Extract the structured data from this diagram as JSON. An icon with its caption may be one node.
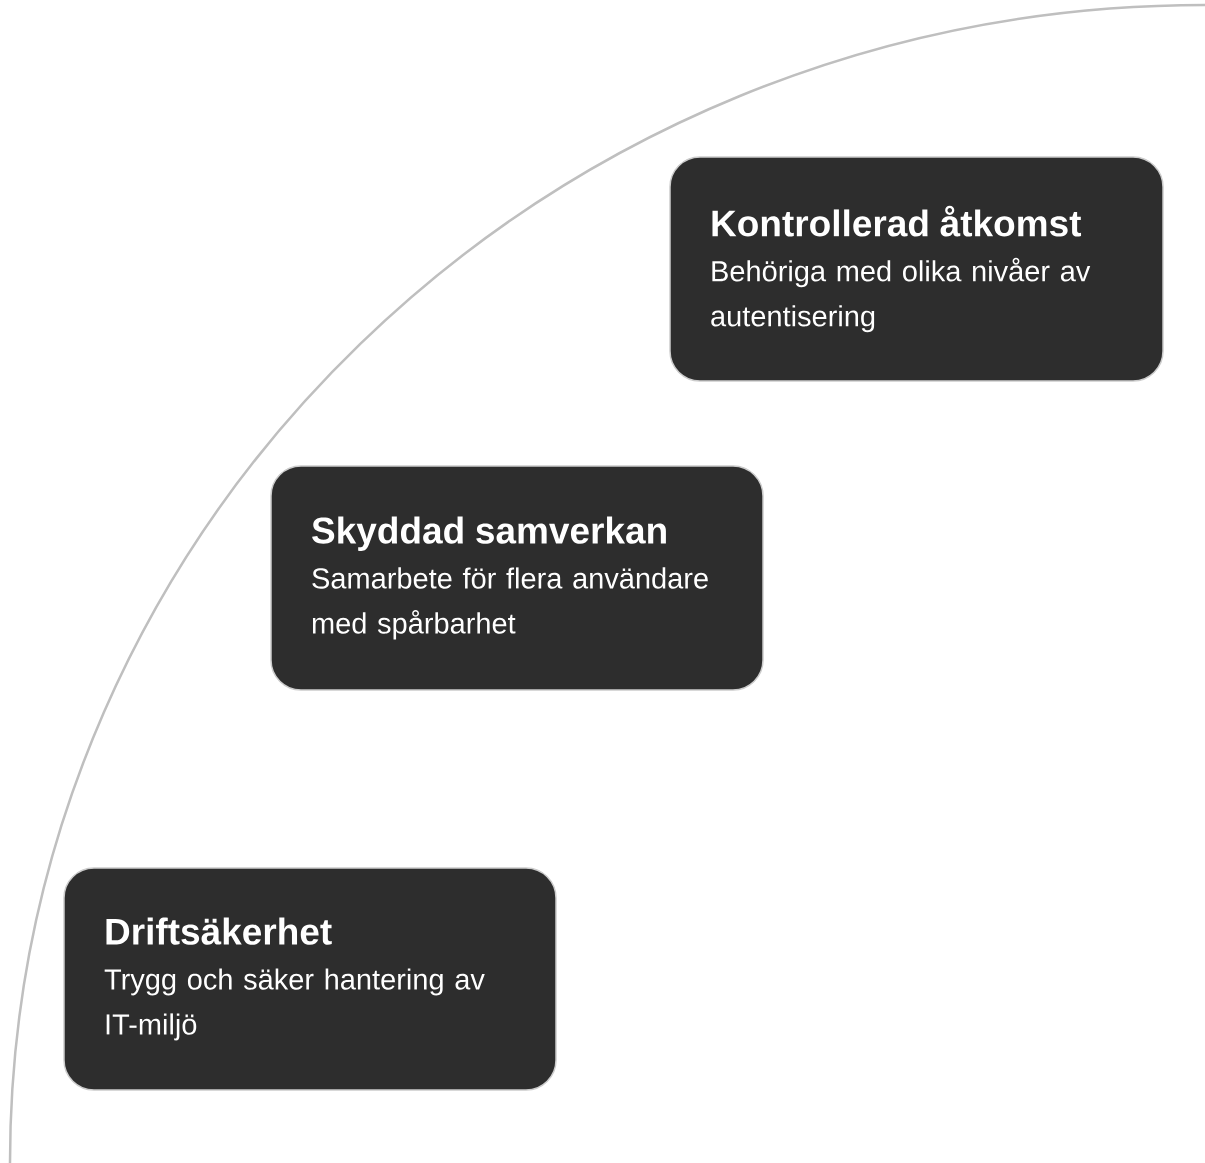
{
  "diagram": {
    "nodes": [
      {
        "text": [
          "Kontrollerad åtkomst",
          "Behöriga med olika nivåer av autentisering"
        ]
      },
      {
        "text": [
          "Skyddad samverkan",
          "Samarbete för flera användare med spårbarhet"
        ]
      },
      {
        "text": [
          "Driftsäkerhet",
          "Trygg och säker hantering av IT-miljö"
        ]
      }
    ]
  }
}
